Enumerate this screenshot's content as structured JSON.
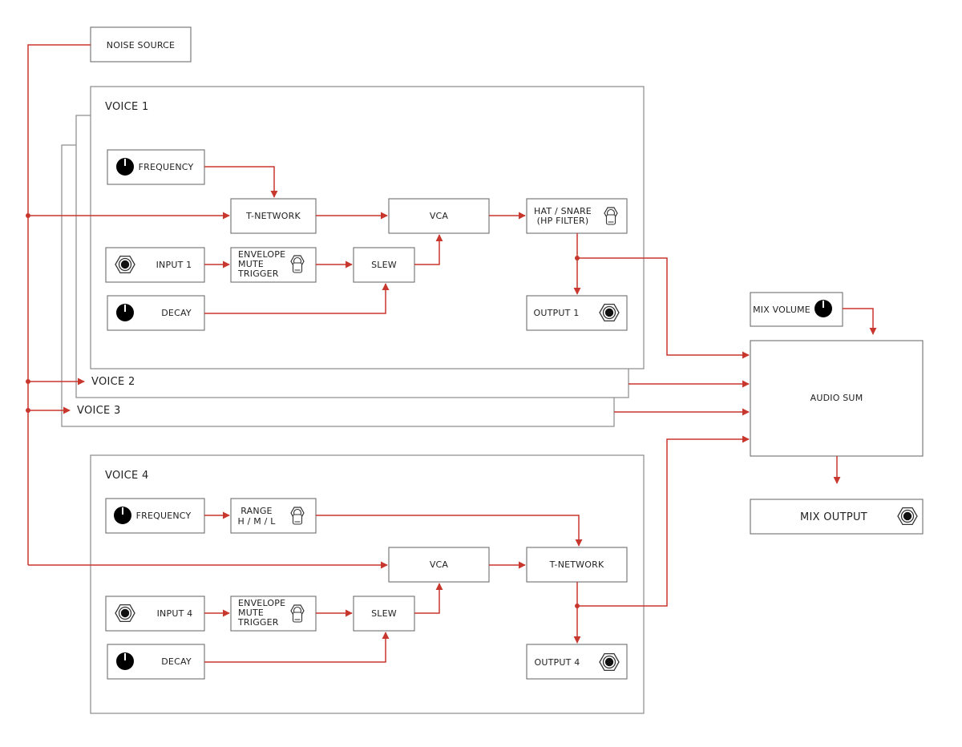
{
  "colors": {
    "wire": "#c8372d",
    "box_stroke": "#6e6e6e",
    "knob": "#000000"
  },
  "noise_source": "NOISE SOURCE",
  "voice1": {
    "title": "VOICE 1",
    "frequency": "FREQUENCY",
    "t_network": "T-NETWORK",
    "vca": "VCA",
    "hat_snare": [
      "HAT / SNARE",
      "(HP FILTER)"
    ],
    "input": "INPUT 1",
    "envelope": [
      "ENVELOPE",
      "MUTE",
      "TRIGGER"
    ],
    "slew": "SLEW",
    "decay": "DECAY",
    "output": "OUTPUT 1"
  },
  "voice2": {
    "title": "VOICE 2"
  },
  "voice3": {
    "title": "VOICE 3"
  },
  "voice4": {
    "title": "VOICE 4",
    "frequency": "FREQUENCY",
    "range": [
      "RANGE",
      "H / M / L"
    ],
    "vca": "VCA",
    "t_network": "T-NETWORK",
    "input": "INPUT 4",
    "envelope": [
      "ENVELOPE",
      "MUTE",
      "TRIGGER"
    ],
    "slew": "SLEW",
    "decay": "DECAY",
    "output": "OUTPUT 4"
  },
  "mix": {
    "volume": "MIX VOLUME",
    "audio_sum": "AUDIO SUM",
    "output": "MIX OUTPUT"
  },
  "icons": {
    "knob": "knob-icon",
    "jack": "jack-icon",
    "toggle": "toggle-switch-icon"
  }
}
